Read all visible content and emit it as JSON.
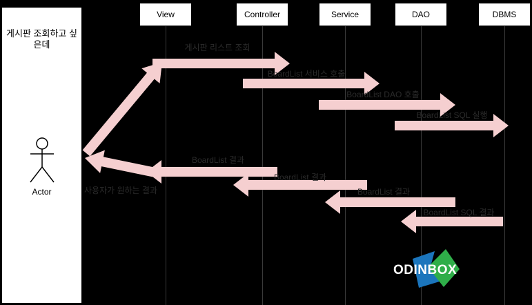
{
  "colors": {
    "background": "#000000",
    "arrow": "#f5cfd0",
    "label_text": "#2b2b2b",
    "lifeline": "#3a3a3a",
    "box_background": "#ffffff",
    "box_text": "#000000",
    "logo_blue": "#1b75bc",
    "logo_green": "#2fae49",
    "logo_text_color": "#ffffff"
  },
  "request_panel": {
    "title": "게시판 조회하고 싶은데",
    "actor_label": "Actor"
  },
  "lifelines": [
    {
      "label": "View"
    },
    {
      "label": "Controller"
    },
    {
      "label": "Service"
    },
    {
      "label": "DAO"
    },
    {
      "label": "DBMS"
    }
  ],
  "messages": {
    "forward": [
      {
        "label": "게시판 리스트 조회",
        "from": "View",
        "to": "Controller"
      },
      {
        "label": "BoardList 서비스 호출",
        "from": "Controller",
        "to": "Service"
      },
      {
        "label": "BoardList DAO 호출",
        "from": "Service",
        "to": "DAO"
      },
      {
        "label": "BoardList SQL 실행",
        "from": "DAO",
        "to": "DBMS"
      }
    ],
    "return": [
      {
        "label": "BoardList 결과",
        "from": "Controller",
        "to": "View"
      },
      {
        "label": "BoardList 결과",
        "from": "Service",
        "to": "Controller"
      },
      {
        "label": "BoardList 결과",
        "from": "DAO",
        "to": "Service"
      },
      {
        "label": "BoardList SQL 결과",
        "from": "DBMS",
        "to": "DAO"
      }
    ],
    "actor_response_label": "사용자가 원하는 결과"
  },
  "logo": {
    "text": "ODINBOX"
  }
}
